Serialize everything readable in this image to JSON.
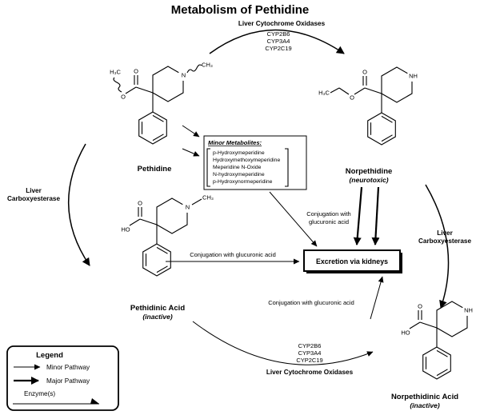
{
  "title": "Metabolism of Pethidine",
  "compounds": {
    "pethidine": {
      "name": "Pethidine"
    },
    "norpethidine": {
      "name": "Norpethidine",
      "note": "(neurotoxic)"
    },
    "pethidinic_acid": {
      "name": "Pethidinic Acid",
      "note": "(inactive)"
    },
    "norpethidinic_acid": {
      "name": "Norpethidinic Acid",
      "note": "(inactive)"
    }
  },
  "atoms": {
    "n": "N",
    "nh": "NH",
    "o": "O",
    "ho": "HO",
    "ch3": "CH₃",
    "h3c": "H₃C"
  },
  "enzymes": {
    "top": {
      "title": "Liver Cytochrome Oxidases",
      "cyps": [
        "CYP2B6",
        "CYP3A4",
        "CYP2C19"
      ]
    },
    "bottom": {
      "title": "Liver Cytochrome Oxidases",
      "cyps": [
        "CYP2B6",
        "CYP3A4",
        "CYP2C19"
      ]
    },
    "left": {
      "line1": "Liver",
      "line2": "Carboxyesterase"
    },
    "right": {
      "line1": "Liver",
      "line2": "Carboxyesterase"
    }
  },
  "minor_metabolites": {
    "title": "Minor Metabolites:",
    "items": [
      "p-Hydroxymeperidine",
      "Hydroxymethoxymeperidine",
      "Meperidine N-Oxide",
      "N-hydroxymeperidine",
      "p-Hydroxynormeperidine"
    ]
  },
  "excretion": {
    "label": "Excretion via kidneys"
  },
  "conjugation": {
    "upper_line1": "Conjugation with",
    "upper_line2": "glucuronic acid",
    "left": "Conjugation with glucuronic acid",
    "lower": "Conjugation with glucuronic acid"
  },
  "legend": {
    "title": "Legend",
    "minor_label": "Minor Pathway",
    "major_label": "Major Pathway",
    "enzyme_label": "Enzyme(s)"
  }
}
